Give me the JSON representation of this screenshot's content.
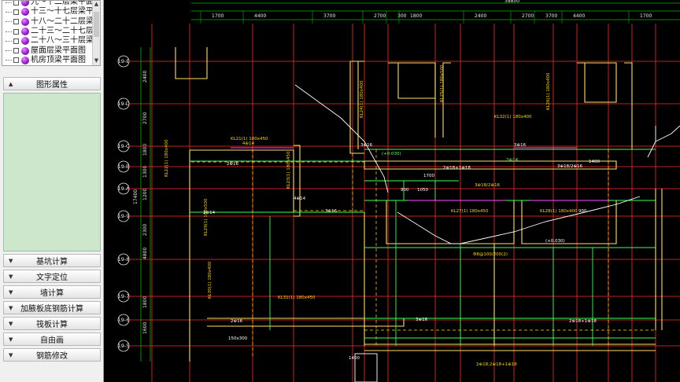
{
  "layer_list": {
    "items": [
      "九～十二层梁平面",
      "十三～十七层梁平",
      "十八～二十二层梁",
      "二十三～二十七层",
      "二十八～三十层梁",
      "屋面层梁平面图",
      "机房顶梁平面图"
    ]
  },
  "sections": {
    "graphic_properties": "图形属性",
    "pit_calc": "基坑计算",
    "text_locate": "文字定位",
    "wall_calc": "墙计算",
    "haunch_slab_rebar": "加腋板底钢筋计算",
    "raft_calc": "筏板计算",
    "free_draw": "自由画",
    "rebar_modify": "钢筋修改"
  },
  "drawing": {
    "top_total_dim": "38800",
    "top_dims": [
      "1700",
      "4400",
      "3700",
      "2700",
      "300",
      "1800",
      "2400",
      "2700",
      "3700",
      "4400",
      "1700"
    ],
    "left_dims": [
      "2400",
      "2700",
      "1800",
      "1300",
      "1200",
      "2300",
      "17400",
      "4800",
      "1800",
      "1600"
    ],
    "axis_labels": [
      "19-E",
      "19-D",
      "19-C",
      "19-B",
      "19-A",
      "19-9",
      "19-8",
      "19-7",
      "19-6",
      "19-5",
      "19-4"
    ],
    "beam_labels": [
      "KL21(1) 180x450",
      "KL22(1) 180x400",
      "KL23(1) 180x450",
      "KL24(1) 180x400",
      "KL25(1) 180x500",
      "KL26(1) 180x400",
      "KL27(1) 180x450",
      "KL28(1) 180x400",
      "KL29(1) 180x500",
      "KL30(1) 180x400",
      "KL31(1) 180x450",
      "KL32(1) 180x400"
    ],
    "rebar_labels": [
      "2⊕16",
      "3⊕16",
      "2⊕18+1⊕18",
      "3⊕18/2⊕16",
      "2⊕14",
      "4⊕14",
      "3⊕16",
      "(+0.030)",
      "Φ8@100/200(2)",
      "2⊕18;2⊕18+1⊕18"
    ],
    "small_texts": [
      "1400",
      "900",
      "1050",
      "1700",
      "150x300",
      "1400",
      "900"
    ]
  },
  "colors": {
    "grid": "#ff2a2a",
    "dimension": "#00b400",
    "wall": "#ffe066",
    "beam": "#3cff5a",
    "beam_dash": "#ffe100",
    "annotation": "#ffd400",
    "magenta": "#ff4dff",
    "panel_green": "#cde7cd"
  }
}
